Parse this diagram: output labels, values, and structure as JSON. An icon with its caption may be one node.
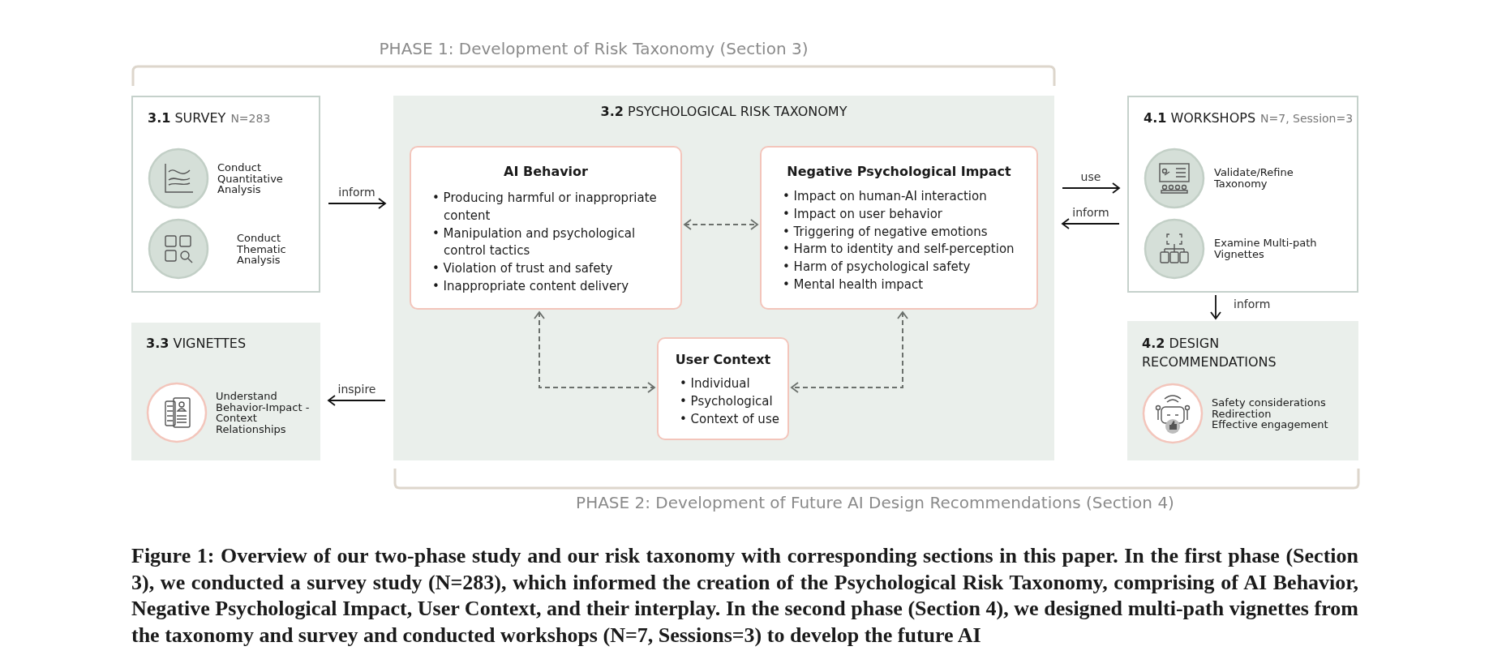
{
  "diagram": {
    "caption": "Figure 1: Overview of our two-phase study and our risk taxonomy with corresponding sections in this paper. In the first phase (Section 3), we conducted a survey study (N=283), which informed the creation of the Psychological Risk Taxonomy, comprising of AI Behavior, Negative Psychological Impact, User Context, and their interplay. In the second phase (Section 4), we designed multi-path vignettes from the taxonomy and survey and conducted workshops (N=7, Sessions=3) to develop the future AI",
    "nodes": [
      {
        "text": [
          "**3.1** SURVEY",
          "N=283",
          "Conduct Quantitative Analysis",
          "Conduct Thematic Analysis"
        ]
      },
      {
        "text": [
          "**3.2** PSYCHOLOGICAL RISK TAXONOMY"
        ]
      },
      {
        "text": [
          "AI Behavior",
          "• Producing harmful or inappropriate content",
          "• Manipulation and psychological control tactics",
          "• Violation of trust and safety",
          "• Inappropriate content delivery"
        ],
        "in": 1
      },
      {
        "text": [
          "Negative Psychological Impact",
          "• Impact on human-AI interaction",
          "• Impact on user behavior",
          "• Triggering of negative emotions",
          "• Harm to identity and self-perception",
          "• Harm of psychological safety",
          "• Mental health impact"
        ],
        "in": 1
      },
      {
        "text": [
          "User Context",
          "• Individual",
          "• Psychological",
          "• Context of use"
        ],
        "in": 1
      },
      {
        "text": [
          "**3.3** VIGNETTES",
          "Understand Behavior-Impact -Context Relationships"
        ]
      },
      {
        "text": [
          "**4.1** WORKSHOPS",
          "N=7, Session=3",
          "Validate/Refine Taxonomy",
          "Examine Multi-path Vignettes"
        ]
      },
      {
        "text": [
          "**4.2** DESIGN RECOMMENDATIONS",
          "Safety considerations",
          "Redirection",
          "Effective engagement"
        ]
      }
    ],
    "edges": [
      {
        "from": 0,
        "to": 1,
        "arrow": "to",
        "label": "inform"
      },
      {
        "from": 1,
        "to": 5,
        "arrow": "to",
        "label": "inspire"
      },
      {
        "from": 1,
        "to": 6,
        "arrow": "to",
        "label": "use"
      },
      {
        "from": 6,
        "to": 1,
        "arrow": "to",
        "label": "inform"
      },
      {
        "from": 6,
        "to": 7,
        "arrow": "to",
        "label": "inform"
      },
      {
        "from": 2,
        "to": 3,
        "arrow": "both",
        "style": "dashed",
        "color": "#6b706c"
      },
      {
        "from": 2,
        "to": 4,
        "arrow": "both",
        "style": "dashed",
        "color": "#6b706c"
      },
      {
        "from": 3,
        "to": 4,
        "arrow": "both",
        "style": "dashed",
        "color": "#6b706c"
      }
    ],
    "labels": [
      "PHASE 1: Development of Risk Taxonomy (Section 3)",
      "PHASE 2: Development of Future AI Design Recommendations (Section 4)"
    ]
  }
}
